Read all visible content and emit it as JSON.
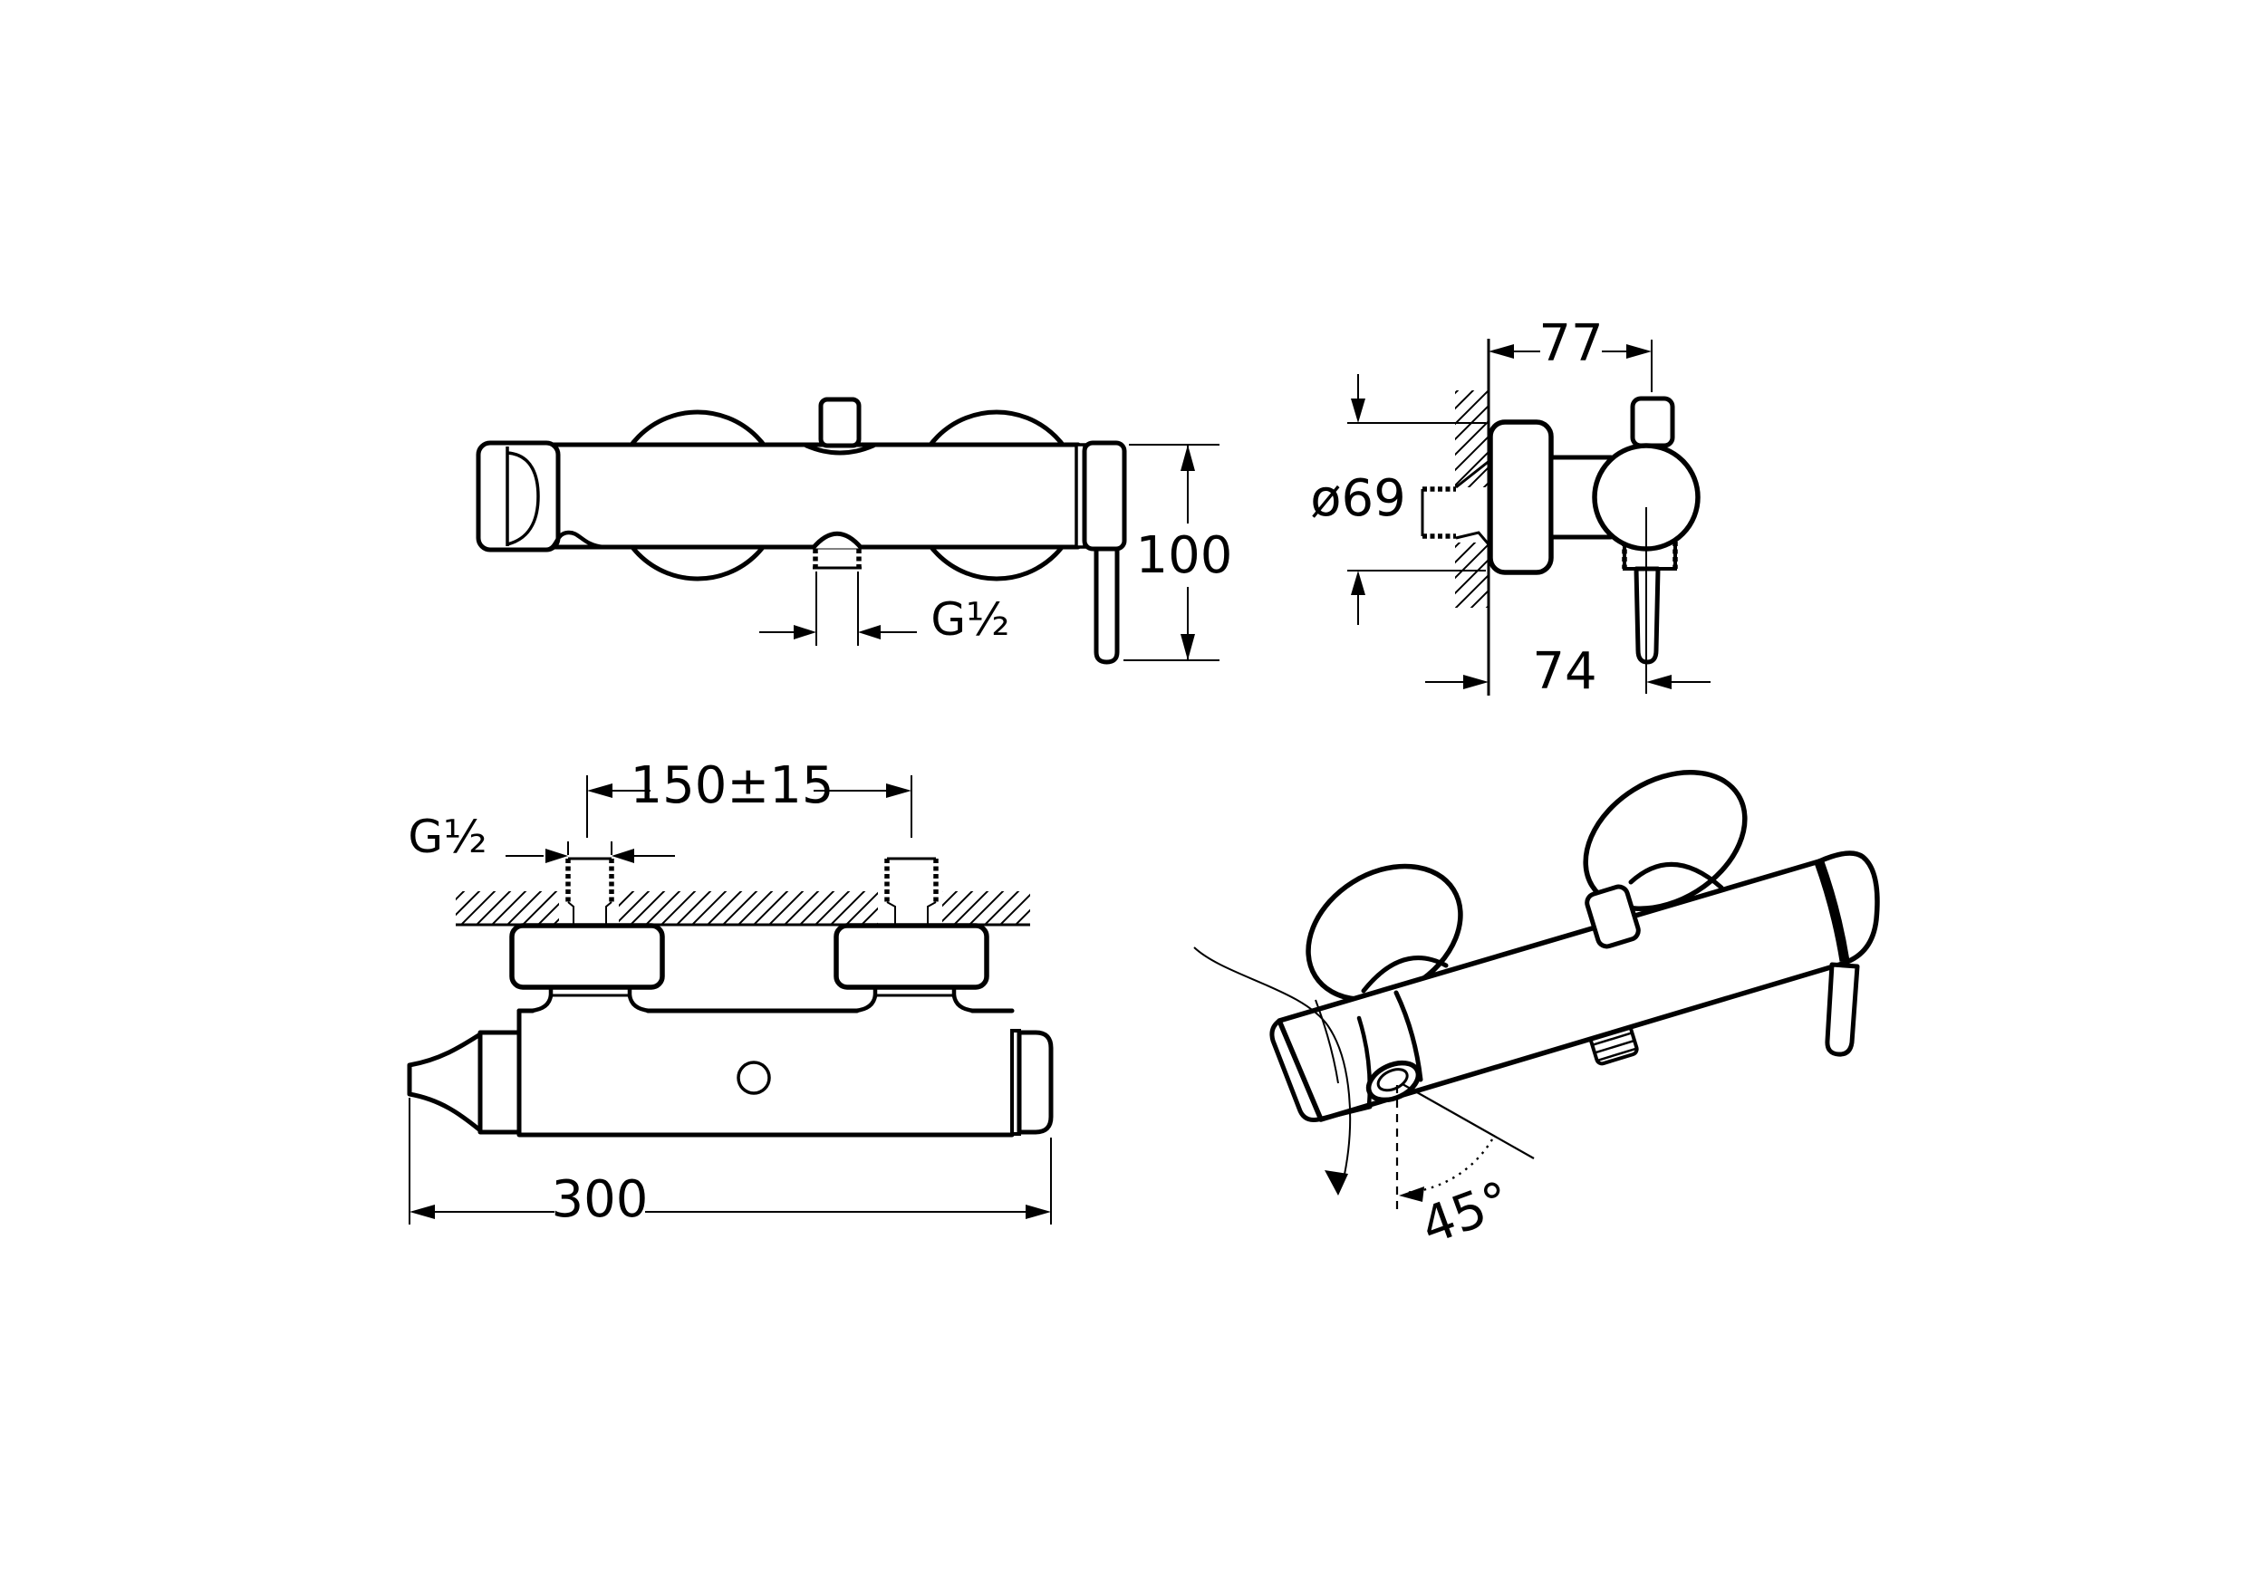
{
  "drawing": {
    "background_color": "#ffffff",
    "ink_color": "#000000"
  },
  "views": {
    "front": {
      "dim_height": "100",
      "dim_outlet_thread": "G½"
    },
    "side": {
      "dim_wall_offset": "77",
      "dim_escutcheon_diameter": "ø69",
      "dim_handle_offset": "74"
    },
    "plan": {
      "dim_inlet_spacing": "150±15",
      "dim_inlet_thread": "G½",
      "dim_overall_length": "300"
    },
    "perspective": {
      "dim_swivel_angle": "45°"
    }
  }
}
